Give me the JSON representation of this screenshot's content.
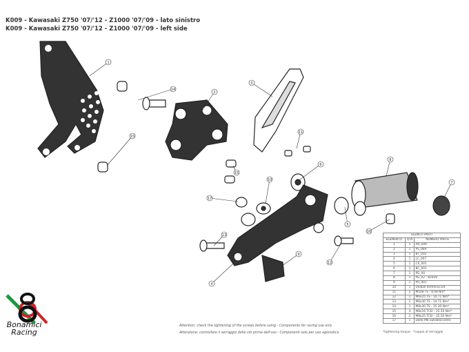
{
  "header": {
    "title_it": "K009 - Kawasaki Z750 '07/'12 - Z1000 '07/'09 - lato sinistro",
    "title_en": "K009 - Kawasaki Z750 '07/'12 - Z1000 '07/'09 - left side"
  },
  "callouts": [
    "1",
    "14",
    "2",
    "3",
    "15",
    "11",
    "6",
    "8",
    "7",
    "10",
    "15",
    "17",
    "5",
    "16",
    "13",
    "12",
    "9",
    "4"
  ],
  "table": {
    "title": "ELENCO PARTI",
    "headers": [
      "ELEMENTO",
      "QTÀ",
      "NUMERO PARTE"
    ],
    "rows": [
      [
        "1",
        "1",
        "AR_049"
      ],
      [
        "2",
        "1",
        "PS_009"
      ],
      [
        "3",
        "1",
        "BT_002"
      ],
      [
        "4",
        "1",
        "LC_007"
      ],
      [
        "5",
        "1",
        "CS_001"
      ],
      [
        "6",
        "1",
        "BC_001"
      ],
      [
        "7",
        "1",
        "PG_00"
      ],
      [
        "8",
        "1",
        "PG_02 - 82mm"
      ],
      [
        "9",
        "1",
        "PU_001"
      ],
      [
        "10",
        "1",
        "Uniball femmina DX"
      ],
      [
        "11",
        "2",
        "M5x8 TS - 8.48 Nm*"
      ],
      [
        "12",
        "1",
        "M6x25 TS - 14.71 Nm*"
      ],
      [
        "13",
        "1",
        "M6x30 TS - 14.71 Nm*"
      ],
      [
        "14",
        "1",
        "M8x30 TS - 35.30 Nm*"
      ],
      [
        "15",
        "4",
        "M8x16 TCEI - 25.50 Nm*"
      ],
      [
        "16",
        "1",
        "M8x25 TCEI - 25.50 Nm*"
      ],
      [
        "17",
        "1",
        "Dado M6 autobloccante"
      ]
    ],
    "footnote": "*tightening torque - *coppia di serraggio"
  },
  "notes": {
    "en": "Attention: check the tightening of the screws before using - Components for racing use only",
    "it": "Attenzione: controllare il serraggio delle viti prima dell'uso - Componenti solo per uso agonistico"
  },
  "logo": {
    "line1": "Bonamici",
    "line2": "Racing",
    "colors": {
      "green": "#1a9a3a",
      "red": "#d0202a",
      "black": "#111111"
    }
  }
}
